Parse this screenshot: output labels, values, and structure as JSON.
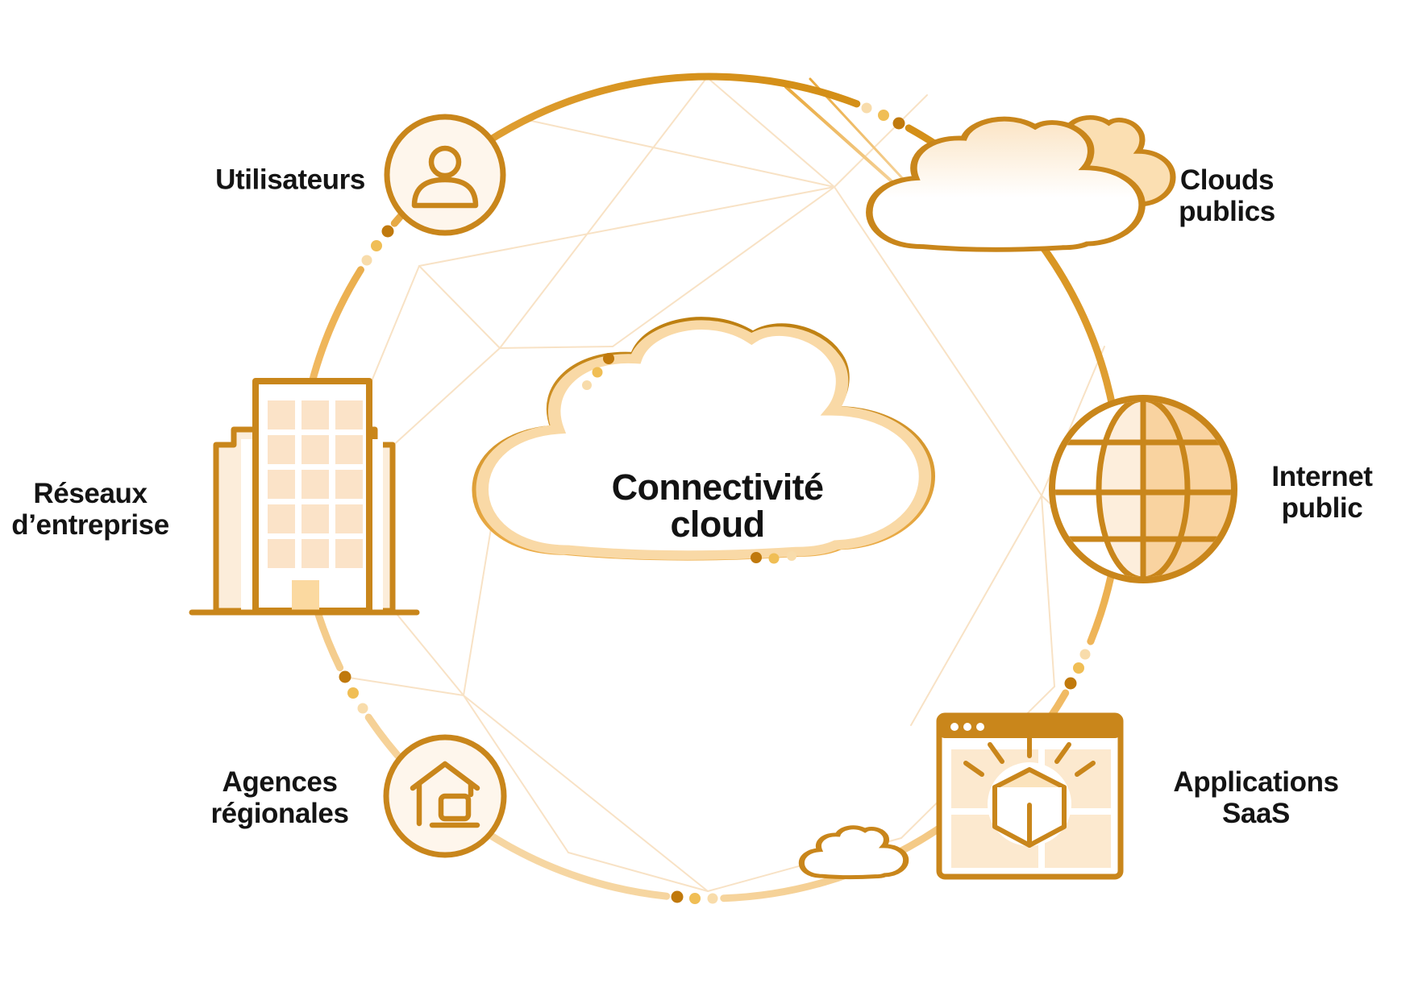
{
  "diagram": {
    "title": "Connectivité\ncloud",
    "nodes": [
      {
        "id": "users",
        "label": "Utilisateurs",
        "icon": "user-circle-icon"
      },
      {
        "id": "public-clouds",
        "label": "Clouds\npublics",
        "icon": "clouds-icon"
      },
      {
        "id": "enterprise-networks",
        "label": "Réseaux\nd’entreprise",
        "icon": "office-building-icon"
      },
      {
        "id": "public-internet",
        "label": "Internet\npublic",
        "icon": "globe-icon"
      },
      {
        "id": "regional-branches",
        "label": "Agences\nrégionales",
        "icon": "home-office-circle-icon"
      },
      {
        "id": "saas-apps",
        "label": "Applications\nSaaS",
        "icon": "browser-package-icon"
      }
    ],
    "colors": {
      "gold": "#C9861B",
      "gold_dark": "#C07F10",
      "peach": "#FBDFB2",
      "peach_light": "#FCE9CF",
      "peach_pale": "#FDF0DF",
      "mesh": "#F7DDBC",
      "text": "#141414",
      "background": "#FFFFFF"
    }
  }
}
